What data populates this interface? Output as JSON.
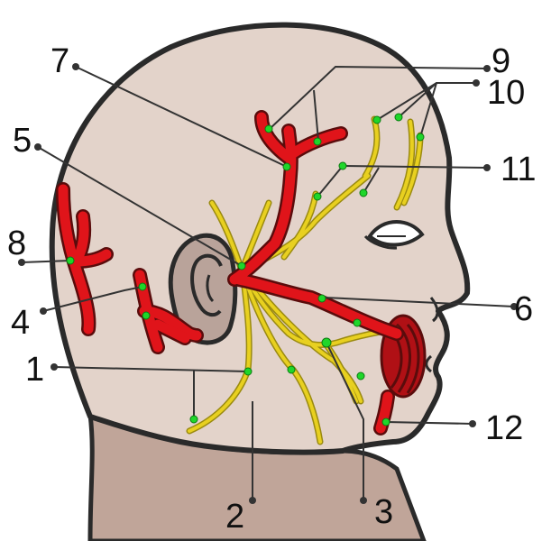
{
  "colors": {
    "skin": "#e3d3ca",
    "neck": "#c0a599",
    "outline": "#2a2a2a",
    "artery": "#e0141a",
    "artery_edge": "#5a0c0c",
    "nerve": "#e8d020",
    "nerve_edge": "#9a8a10",
    "marker": "#1fd62a",
    "leader": "#333333",
    "lip_muscle": "#b01015"
  },
  "labels": {
    "n1": "1",
    "n2": "2",
    "n3": "3",
    "n4": "4",
    "n5": "5",
    "n6": "6",
    "n7": "7",
    "n8": "8",
    "n9": "9",
    "n10": "10",
    "n11": "11",
    "n12": "12"
  }
}
